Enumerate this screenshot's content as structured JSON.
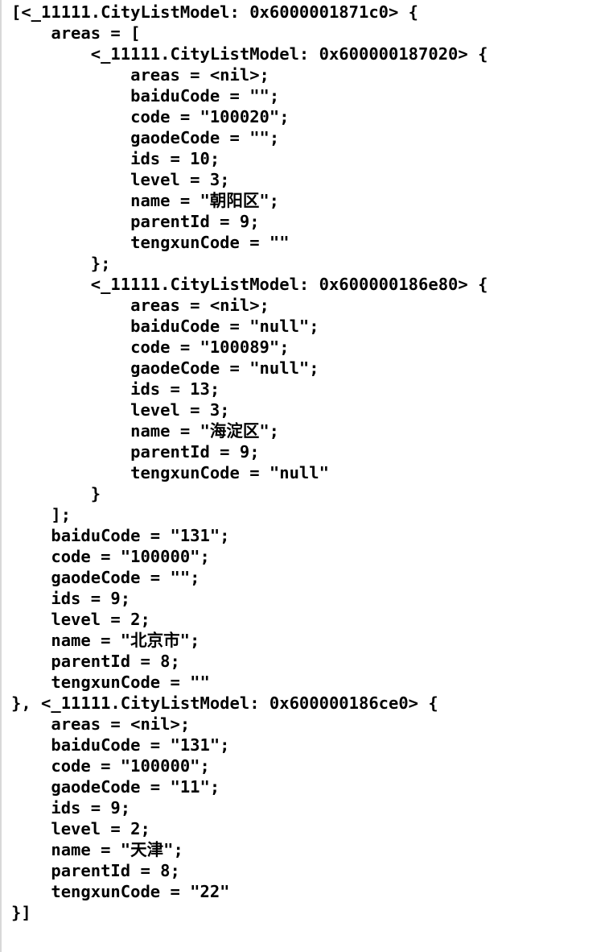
{
  "console": {
    "lines": [
      "[<_11111.CityListModel: 0x6000001871c0> {",
      "    areas = [",
      "        <_11111.CityListModel: 0x600000187020> {",
      "            areas = <nil>;",
      "            baiduCode = \"\";",
      "            code = \"100020\";",
      "            gaodeCode = \"\";",
      "            ids = 10;",
      "            level = 3;",
      "            name = \"朝阳区\";",
      "            parentId = 9;",
      "            tengxunCode = \"\"",
      "        };",
      "        <_11111.CityListModel: 0x600000186e80> {",
      "            areas = <nil>;",
      "            baiduCode = \"null\";",
      "            code = \"100089\";",
      "            gaodeCode = \"null\";",
      "            ids = 13;",
      "            level = 3;",
      "            name = \"海淀区\";",
      "            parentId = 9;",
      "            tengxunCode = \"null\"",
      "        }",
      "    ];",
      "    baiduCode = \"131\";",
      "    code = \"100000\";",
      "    gaodeCode = \"\";",
      "    ids = 9;",
      "    level = 2;",
      "    name = \"北京市\";",
      "    parentId = 8;",
      "    tengxunCode = \"\"",
      "}, <_11111.CityListModel: 0x600000186ce0> {",
      "    areas = <nil>;",
      "    baiduCode = \"131\";",
      "    code = \"100000\";",
      "    gaodeCode = \"11\";",
      "    ids = 9;",
      "    level = 2;",
      "    name = \"天津\";",
      "    parentId = 8;",
      "    tengxunCode = \"22\"",
      "}]"
    ]
  }
}
